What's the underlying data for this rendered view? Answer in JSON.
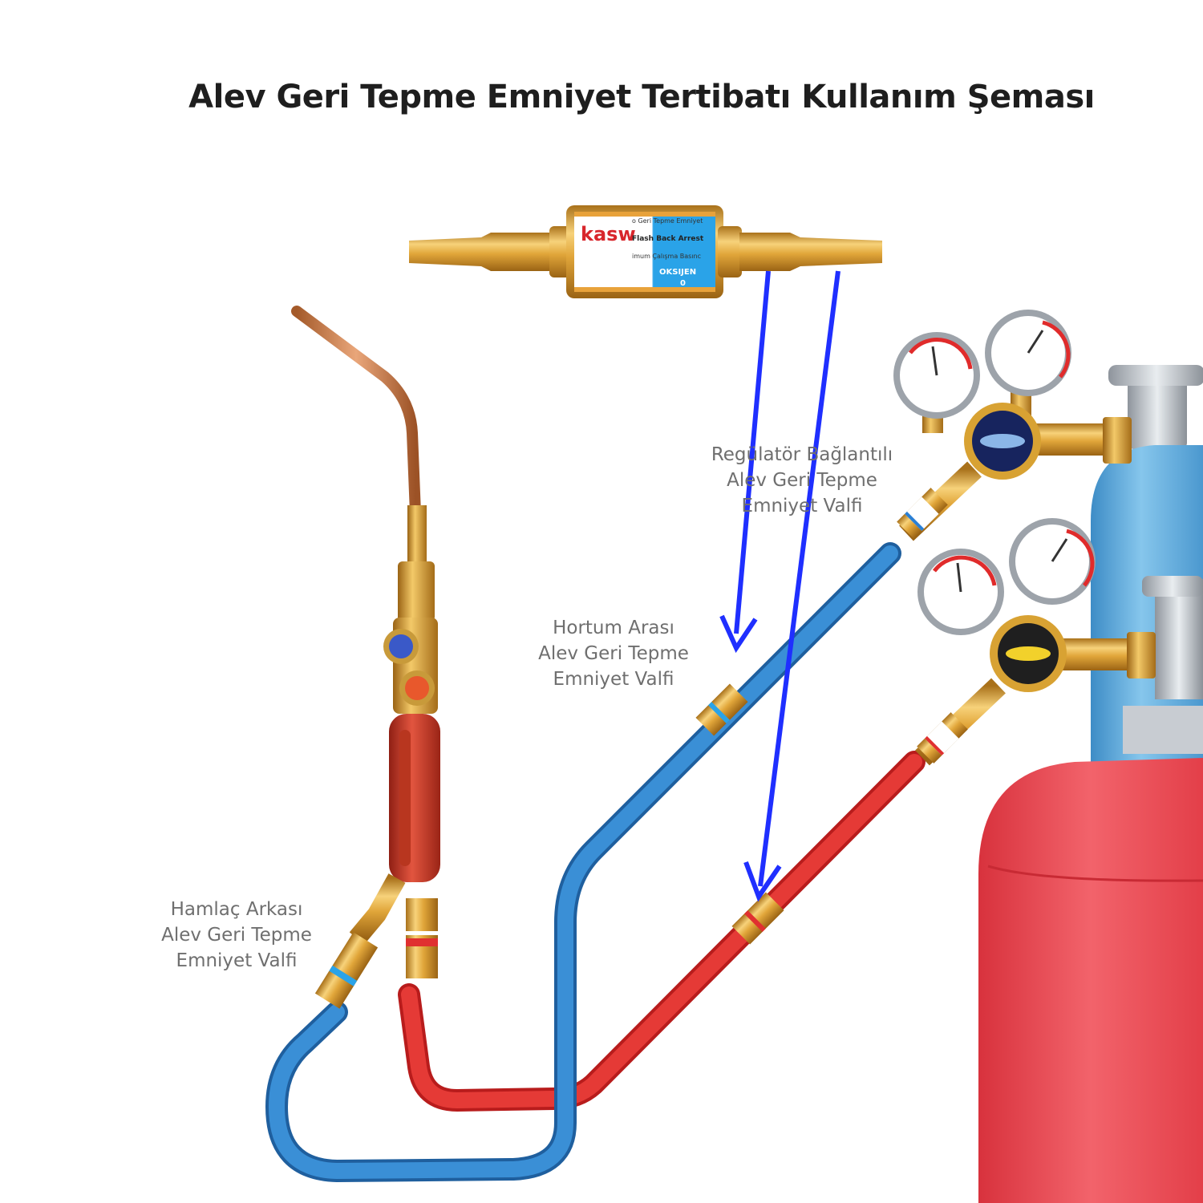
{
  "title": "Alev Geri Tepme Emniyet Tertibatı Kullanım Şeması",
  "device_label": {
    "brand": "kasw",
    "line1": "o Geri Tepme Emniyet",
    "line2": "Flash Back Arrest",
    "line3": "imum Çalışma Basınc",
    "gas": "OKSIJEN",
    "pressure": "0"
  },
  "callouts": {
    "regulator": [
      "Regülatör Bağlantılı",
      "Alev Geri Tepme",
      "Emniyet Valfi"
    ],
    "hose": [
      "Hortum Arası",
      "Alev Geri Tepme",
      "Emniyet Valfi"
    ],
    "torch": [
      "Hamlaç Arkası",
      "Alev Geri Tepme",
      "Emniyet Valfi"
    ]
  },
  "colors": {
    "oxygen_hose": "#2f7fc4",
    "fuel_hose": "#e23232",
    "brass": "#d9a233",
    "arrow": "#1f2fff",
    "oxygen_cylinder": "#5aa8d9",
    "fuel_cylinder": "#e8404a"
  }
}
